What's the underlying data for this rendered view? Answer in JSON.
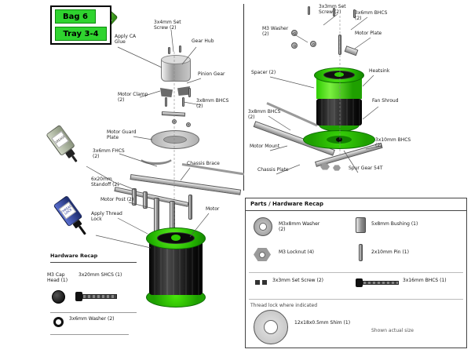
{
  "bag_box": {
    "bag": "Bag 6",
    "tray": "Tray 3-4"
  },
  "bottles": {
    "green": "TIRE GLUE",
    "grey": "GREASE",
    "blue": "THREAD LOCK"
  },
  "callouts": {
    "set_screw_top": "3x4mm Set Screw (2)",
    "gear_hub": "Gear Hub",
    "apply_glue": "Apply CA Glue",
    "pinion": "Pinion Gear",
    "motor_clamp": "Motor Clamp (2)",
    "bhcs_3x8": "3x8mm BHCS (2)",
    "guard_plate": "Motor Guard Plate",
    "fhcs_3x6": "3x6mm FHCS (2)",
    "chassis_brace": "Chassis Brace",
    "standoff": "6x20mm Standoff (2)",
    "motor_post": "Motor Post (2)",
    "thread_lock": "Apply Thread Lock",
    "motor": "Motor",
    "r_set_screw": "3x3mm Set Screw (2)",
    "r_bhcs_3x6": "3x6mm BHCS (2)",
    "r_washer": "M3 Washer (2)",
    "r_motor_plate": "Motor Plate",
    "r_spacer": "Spacer (2)",
    "r_heatsink": "Heatsink",
    "r_bhcs_3x8": "3x8mm BHCS (2)",
    "r_fan": "Fan Shroud",
    "r_motor_mount": "Motor Mount",
    "r_bhcs_3x10": "3x10mm BHCS (2)",
    "r_chassis_plate": "Chassis Plate",
    "r_spur": "Spur Gear 54T"
  },
  "recap_right": {
    "title": "Parts / Hardware Recap",
    "washer": "M3x8mm Washer (2)",
    "bushing": "5x8mm Bushing (1)",
    "locknut": "M3 Locknut (4)",
    "pin": "2x10mm Pin (1)",
    "set_screws": "3x3mm Set Screw (2)",
    "screw": "3x16mm BHCS (1)",
    "note": "Thread lock where indicated",
    "shim": "12x18x0.5mm Shim (1)",
    "shim_note": "Shown actual size"
  },
  "recap_left": {
    "title": "Hardware Recap",
    "cap_screw": "M3 Cap Head (1)",
    "long_screw": "3x20mm SHCS (1)",
    "washer": "3x6mm Washer (2)"
  }
}
